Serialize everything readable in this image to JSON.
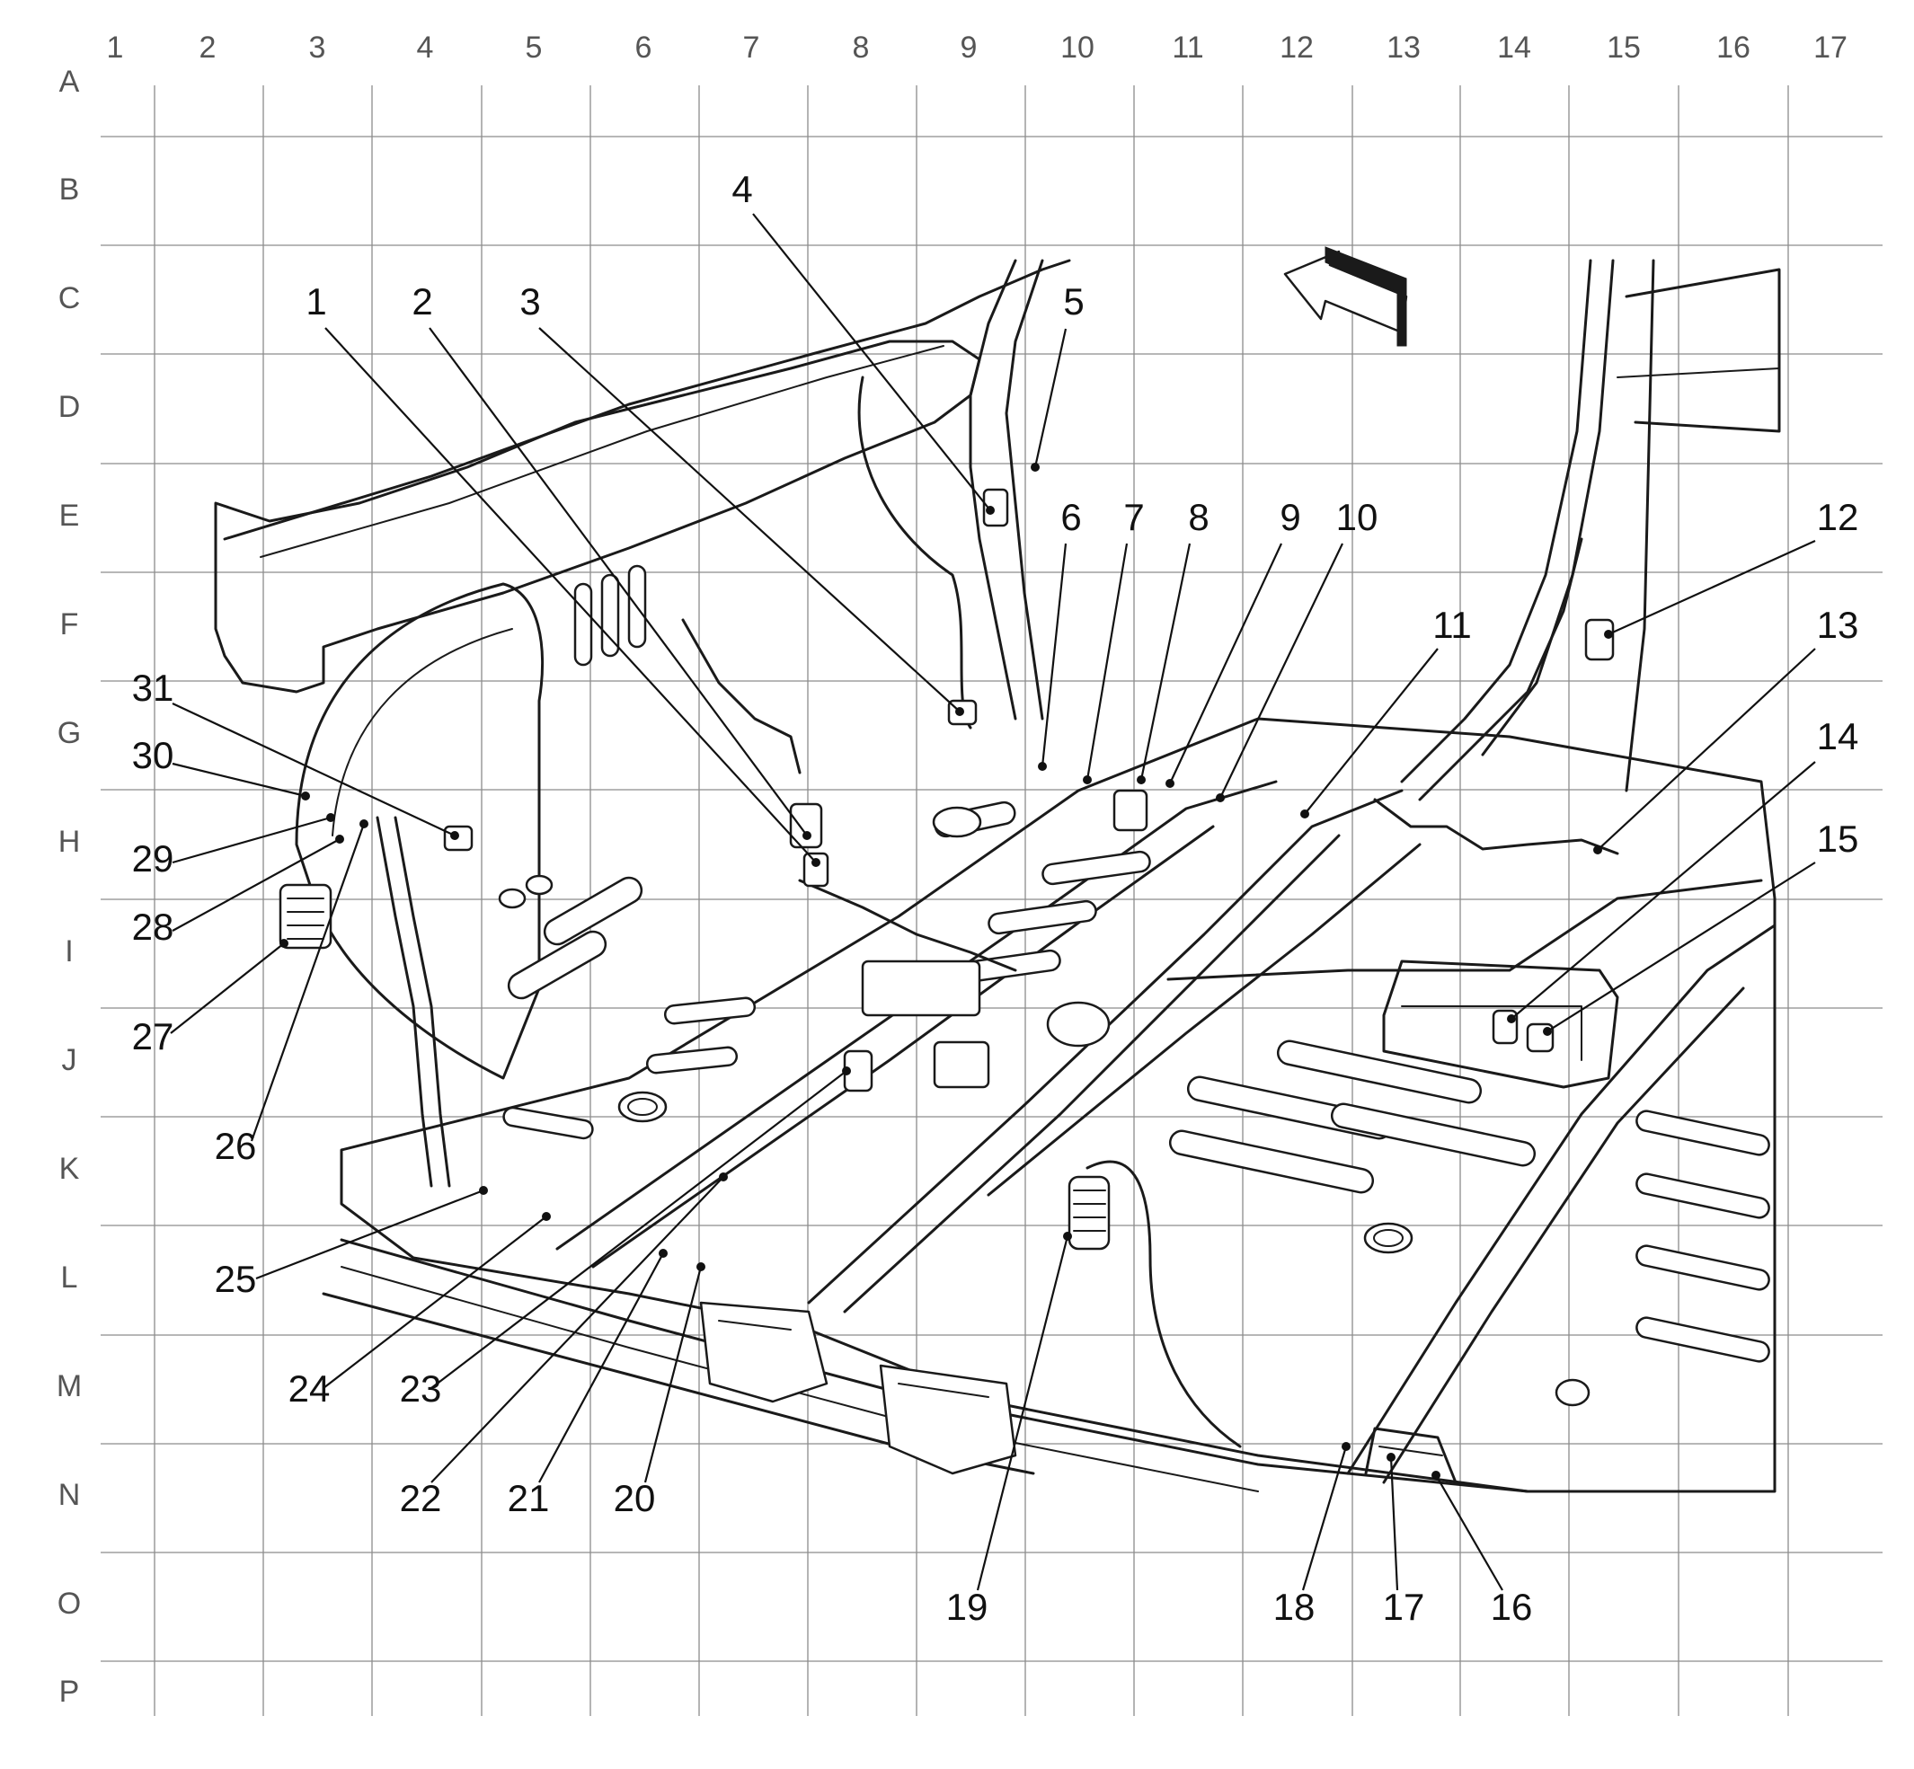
{
  "grid": {
    "columns": [
      "1",
      "2",
      "3",
      "4",
      "5",
      "6",
      "7",
      "8",
      "9",
      "10",
      "11",
      "12",
      "13",
      "14",
      "15",
      "16",
      "17"
    ],
    "rows": [
      "A",
      "B",
      "C",
      "D",
      "E",
      "F",
      "G",
      "H",
      "I",
      "J",
      "K",
      "L",
      "M",
      "N",
      "O",
      "P"
    ]
  },
  "callouts": [
    {
      "label": "1"
    },
    {
      "label": "2"
    },
    {
      "label": "3"
    },
    {
      "label": "4"
    },
    {
      "label": "5"
    },
    {
      "label": "6"
    },
    {
      "label": "7"
    },
    {
      "label": "8"
    },
    {
      "label": "9"
    },
    {
      "label": "10"
    },
    {
      "label": "11"
    },
    {
      "label": "12"
    },
    {
      "label": "13"
    },
    {
      "label": "14"
    },
    {
      "label": "15"
    },
    {
      "label": "16"
    },
    {
      "label": "17"
    },
    {
      "label": "18"
    },
    {
      "label": "19"
    },
    {
      "label": "20"
    },
    {
      "label": "21"
    },
    {
      "label": "22"
    },
    {
      "label": "23"
    },
    {
      "label": "24"
    },
    {
      "label": "25"
    },
    {
      "label": "26"
    },
    {
      "label": "27"
    },
    {
      "label": "28"
    },
    {
      "label": "29"
    },
    {
      "label": "30"
    },
    {
      "label": "31"
    }
  ]
}
